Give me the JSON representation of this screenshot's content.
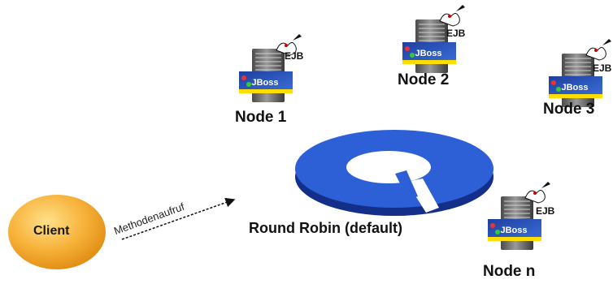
{
  "nodes": [
    {
      "name": "Node 1",
      "badge": "EJB"
    },
    {
      "name": "Node 2",
      "badge": "EJB"
    },
    {
      "name": "Node 3",
      "badge": "EJB"
    },
    {
      "name": "Node n",
      "badge": "EJB"
    }
  ],
  "client": {
    "label": "Client",
    "color": "#f5a623"
  },
  "call": {
    "label": "Methodenaufruf"
  },
  "balancer": {
    "label": "Round Robin (default)",
    "color": "#2255cc"
  },
  "server_logo": {
    "text": "JBoss",
    "band_color": "#ffdd00"
  }
}
